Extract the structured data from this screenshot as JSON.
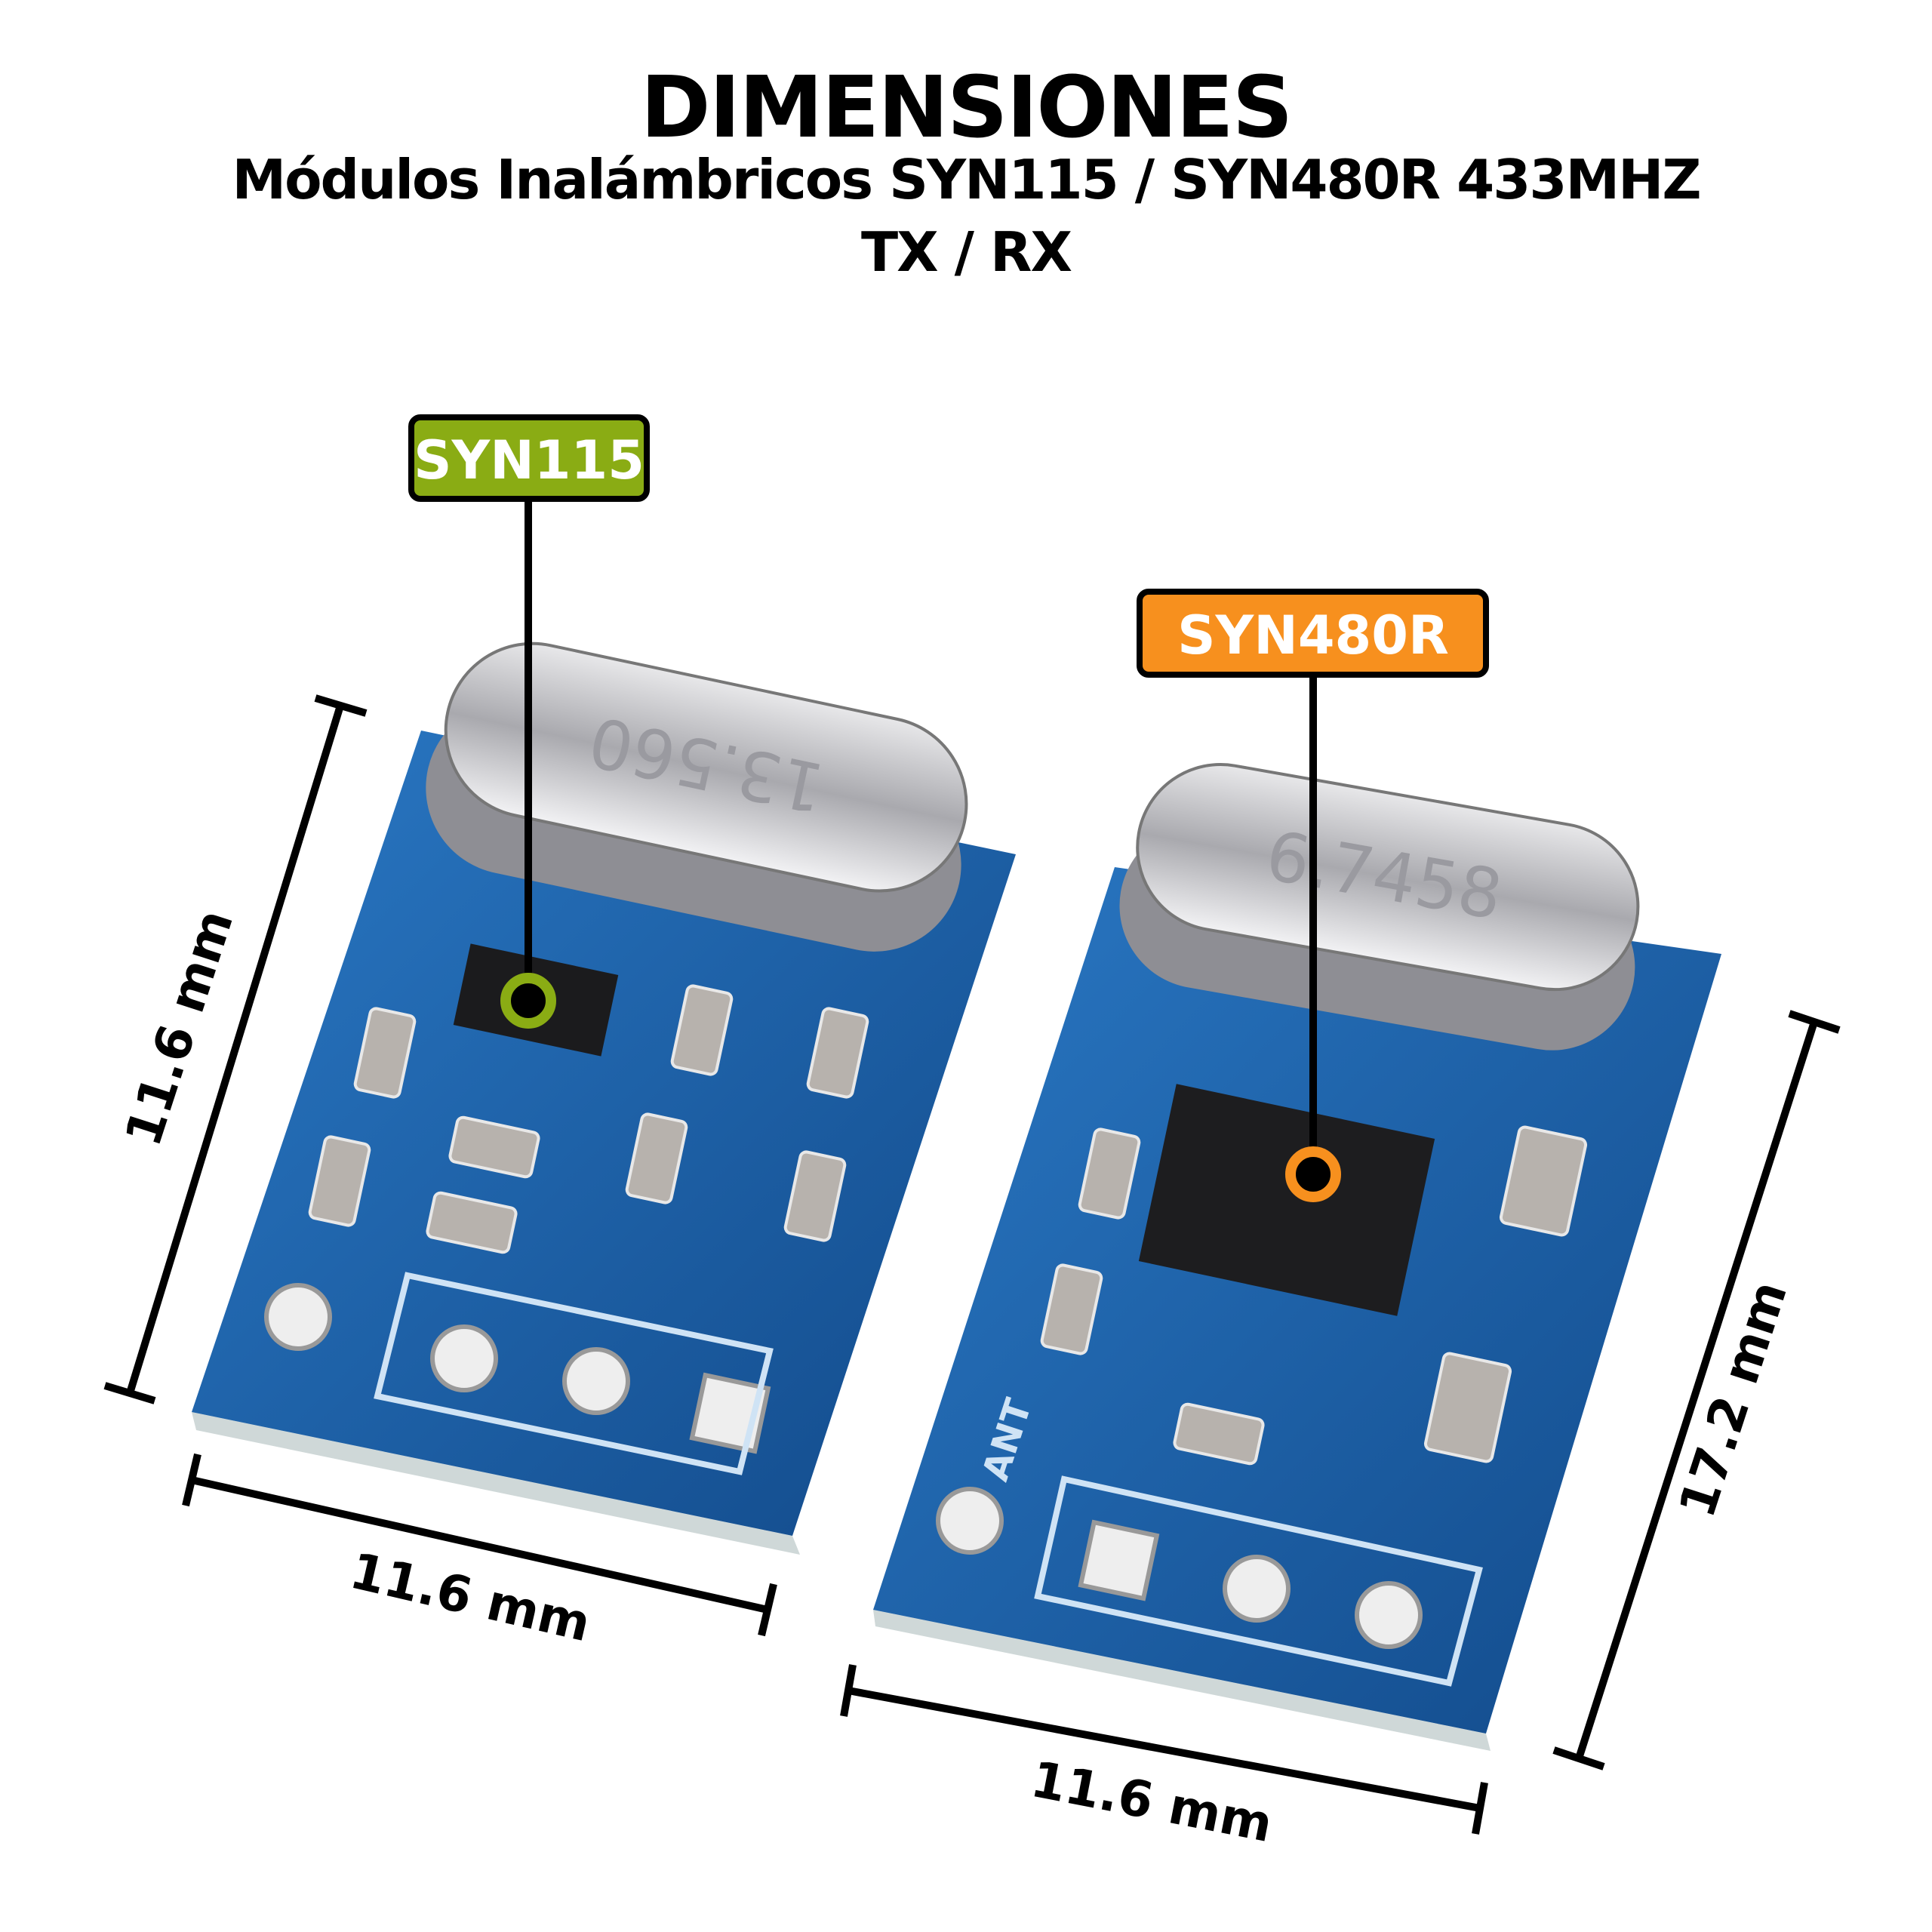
{
  "header": {
    "title": "DIMENSIONES",
    "subtitle": "Módulos Inalámbricos SYN115 / SYN480R 433MHZ",
    "subtitle2": "TX / RX"
  },
  "modules": [
    {
      "label": "SYN115",
      "color": "#8aac14",
      "crystal_marking": "13.560",
      "width": "11.6 mm",
      "height": "11.6 mm"
    },
    {
      "label": "SYN480R",
      "color": "#f7901e",
      "crystal_marking": "6.7458",
      "width": "11.6 mm",
      "height": "17.2 mm",
      "pcb_text": "ANT"
    }
  ],
  "colors": {
    "pcb": "#1a5fa8",
    "silk": "#cfe3f5",
    "crystal": "#c8c8cc"
  }
}
